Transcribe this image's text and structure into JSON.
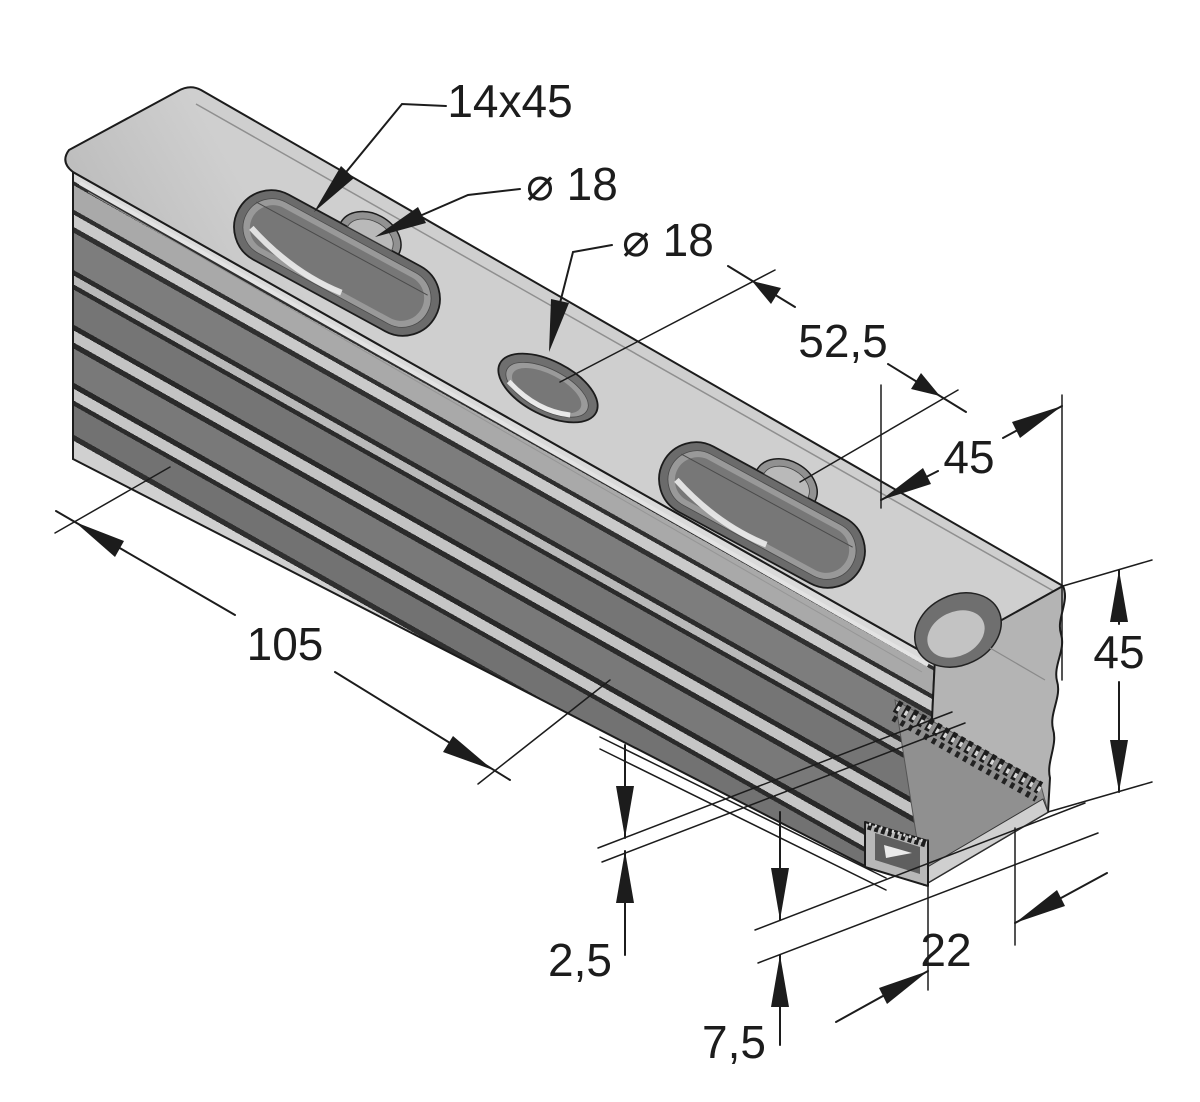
{
  "drawing": {
    "kind": "technical-drawing",
    "view": "isometric",
    "subject": "slotted strut mounting channel rail",
    "background_color": "#ffffff",
    "line_color": "#1c1c1c",
    "colors": {
      "top_face": "#c6c6c6",
      "side_ribs_dark": "#757575",
      "side_ribs_light": "#cacaca",
      "end_face": "#b4b4b4",
      "hole_inner": "#777777"
    }
  },
  "dimensions": {
    "slot_size": "14x45",
    "hole_top": "⌀ 18",
    "hole_mid": "⌀ 18",
    "hole_spacing": "52,5",
    "top_width": "45",
    "profile_height": "45",
    "end_distance": "105",
    "foot_width": "22",
    "material_thickness": "2,5",
    "foot_height": "7,5"
  }
}
